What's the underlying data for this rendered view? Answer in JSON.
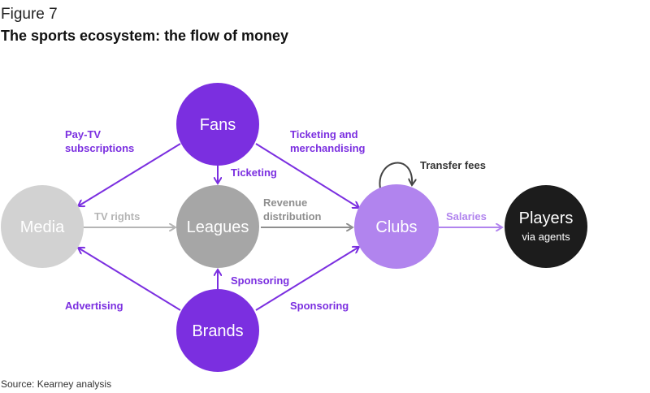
{
  "figure_label": "Figure 7",
  "title": "The sports ecosystem: the flow of money",
  "source": "Source: Kearney analysis",
  "colors": {
    "purple": "#7b2fe0",
    "light_purple": "#b184ee",
    "gray": "#a6a6a6",
    "light_gray": "#d2d2d2",
    "black": "#1c1c1c",
    "dark_arrow": "#444444"
  },
  "nodes": {
    "fans": "Fans",
    "media": "Media",
    "leagues": "Leagues",
    "clubs": "Clubs",
    "brands": "Brands",
    "players": "Players",
    "players_sub": "via agents"
  },
  "edges": {
    "pay_tv_1": "Pay-TV",
    "pay_tv_2": "subscriptions",
    "ticketing_merch_1": "Ticketing and",
    "ticketing_merch_2": "merchandising",
    "ticketing": "Ticketing",
    "transfer_fees": "Transfer fees",
    "tv_rights": "TV rights",
    "revenue_1": "Revenue",
    "revenue_2": "distribution",
    "salaries": "Salaries",
    "sponsoring_leagues": "Sponsoring",
    "sponsoring_clubs": "Sponsoring",
    "advertising": "Advertising"
  }
}
